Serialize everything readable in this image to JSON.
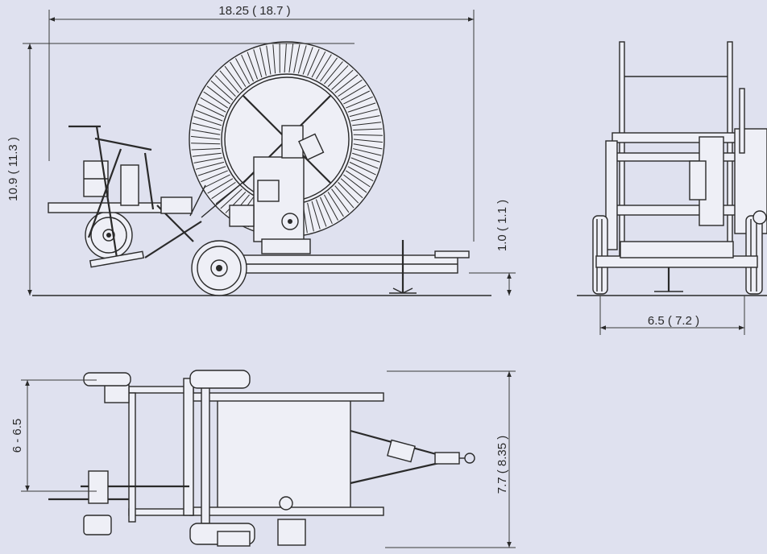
{
  "dimensions": {
    "side_length": "18.25  ( 18.7 )",
    "side_height": "10.9  ( 11.3 )",
    "side_clearance": "1.0  ( 1.1 )",
    "front_width": "6.5  ( 7.2 )",
    "top_track": "6 - 6.5",
    "top_width": "7.7  ( 8.35 )"
  },
  "colors": {
    "background": "#dfe1ef",
    "line": "#2a2a2a"
  }
}
